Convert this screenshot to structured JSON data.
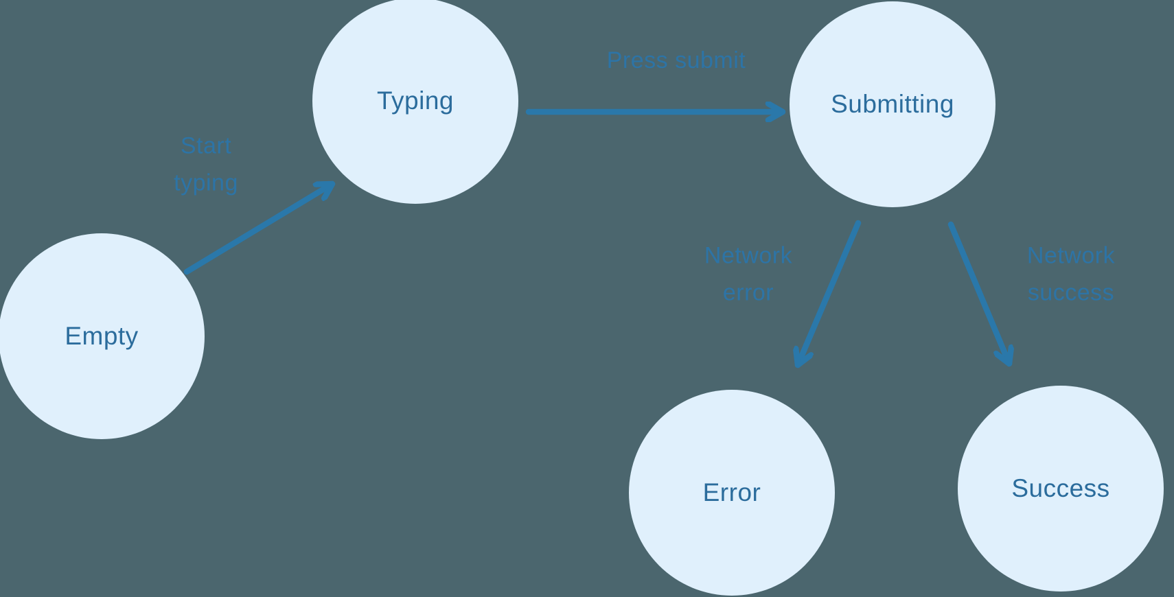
{
  "diagram": {
    "type": "state-machine",
    "colors": {
      "background": "#4b666e",
      "node_fill": "#e0f0fc",
      "node_text": "#2b6c9c",
      "edge_stroke": "#2a78aa",
      "edge_label_text": "#2d74a6"
    },
    "nodes": [
      {
        "id": "empty",
        "label": "Empty"
      },
      {
        "id": "typing",
        "label": "Typing"
      },
      {
        "id": "submitting",
        "label": "Submitting"
      },
      {
        "id": "error",
        "label": "Error"
      },
      {
        "id": "success",
        "label": "Success"
      }
    ],
    "edges": [
      {
        "from": "empty",
        "to": "typing",
        "label": "Start typing"
      },
      {
        "from": "typing",
        "to": "submitting",
        "label": "Press submit"
      },
      {
        "from": "submitting",
        "to": "error",
        "label": "Network error"
      },
      {
        "from": "submitting",
        "to": "success",
        "label": "Network success"
      }
    ]
  }
}
